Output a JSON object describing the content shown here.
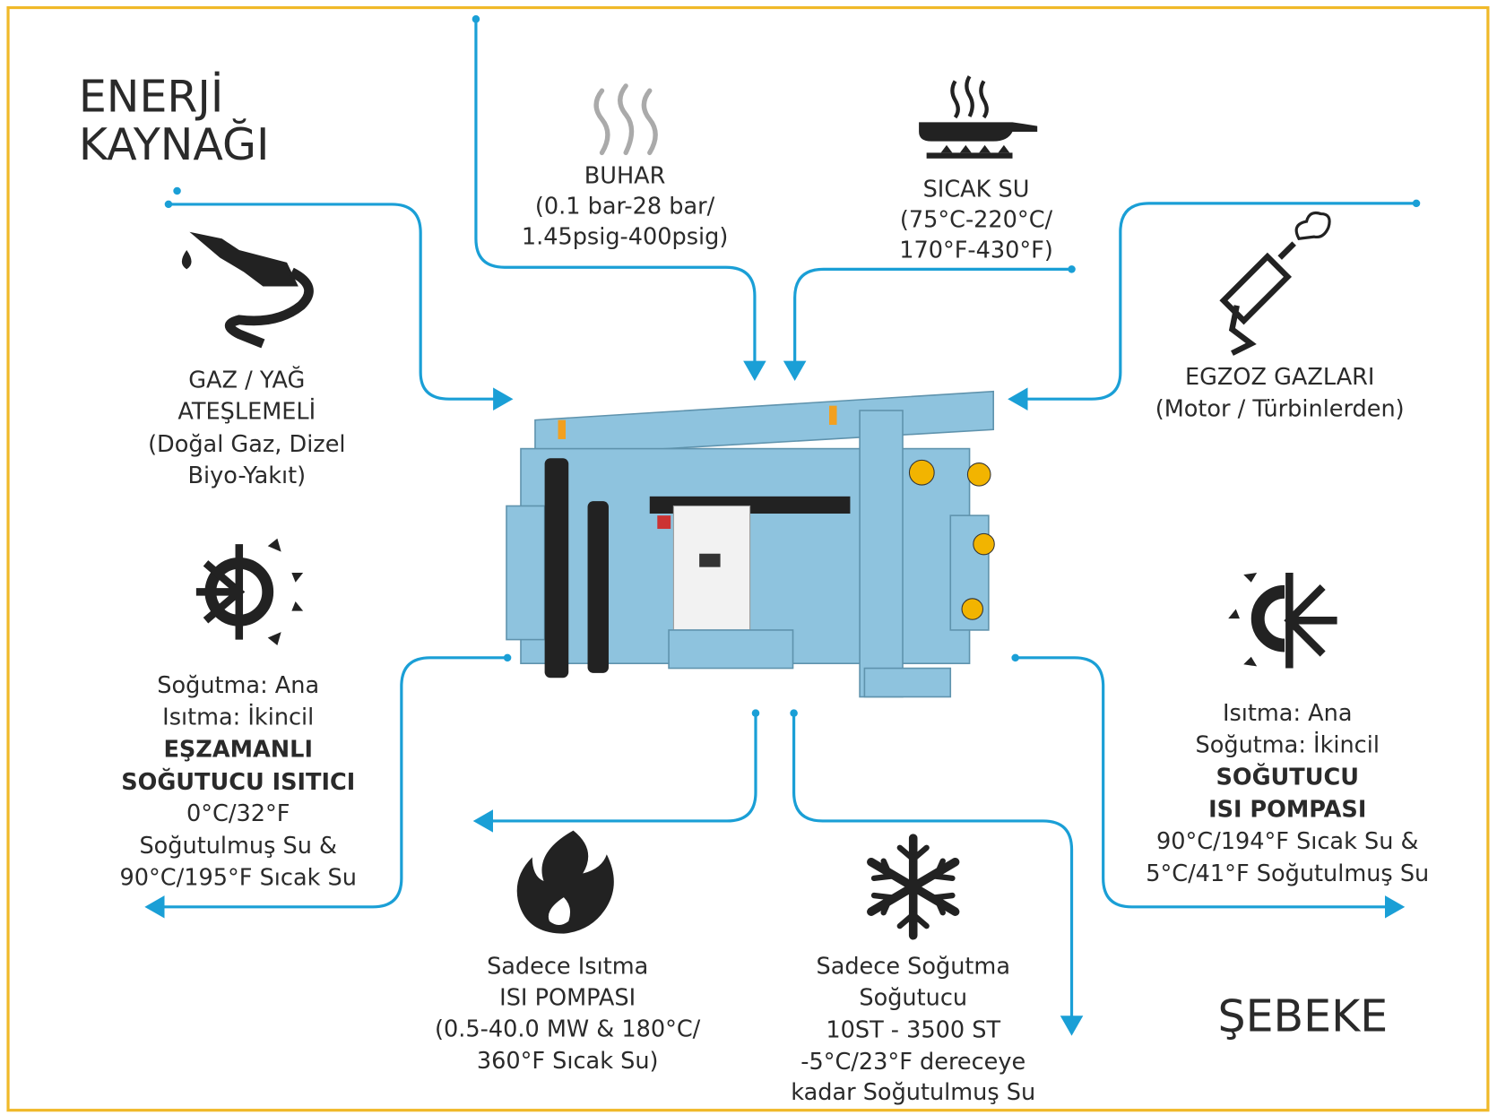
{
  "title": [
    "ENERJİ",
    "KAYNAĞI"
  ],
  "grid_label": "ŞEBEKE",
  "sources": {
    "steam": [
      "BUHAR",
      "(0.1 bar-28 bar/",
      "1.45psig-400psig)"
    ],
    "hot_water": [
      "SICAK SU",
      "(75°C-220°C/",
      "170°F-430°F)"
    ],
    "gas_oil": [
      "GAZ / YAĞ",
      "ATEŞLEMELİ",
      "(Doğal Gaz, Dizel",
      "Biyo-Yakıt)"
    ],
    "exhaust": [
      "EGZOZ GAZLARI",
      "(Motor / Türbinlerden)"
    ]
  },
  "outputs": {
    "simultaneous": [
      "Soğutma:  Ana",
      "Isıtma:  İkincil",
      "EŞZAMANLI",
      "SOĞUTUCU ISITICI",
      "0°C/32°F",
      "Soğutulmuş Su &",
      "90°C/195°F Sıcak Su"
    ],
    "heat_pump_chiller": [
      "Isıtma: Ana",
      "Soğutma: İkincil",
      "SOĞUTUCU",
      "ISI POMPASI",
      "90°C/194°F Sıcak Su &",
      "5°C/41°F Soğutulmuş Su"
    ],
    "heating_only": [
      "Sadece Isıtma",
      "ISI POMPASI",
      "(0.5-40.0 MW & 180°C/",
      "360°F Sıcak Su)"
    ],
    "cooling_only": [
      "Sadece Soğutma",
      "Soğutucu",
      "10ST - 3500 ST",
      "-5°C/23°F dereceye",
      "kadar Soğutulmuş Su"
    ]
  },
  "colors": {
    "flow": "#1a9fd6",
    "border": "#f0b929",
    "machine": "#8ec3de"
  }
}
